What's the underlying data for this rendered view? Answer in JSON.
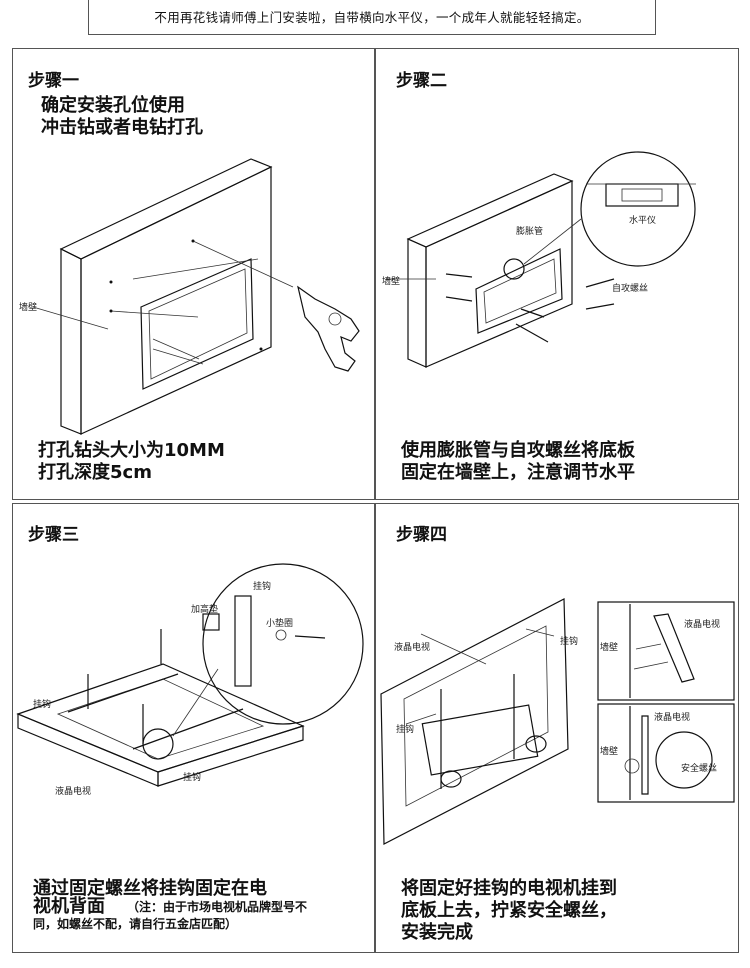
{
  "header": {
    "text": "不用再花钱请师傅上门安装啦，自带横向水平仪，一个成年人就能轻轻搞定。"
  },
  "steps": [
    {
      "title": "步骤一",
      "top_text": [
        "确定安装孔位使用",
        "冲击钻或者电钻打孔"
      ],
      "bottom_text": [
        "打孔钻头大小为10MM",
        "打孔深度5cm"
      ],
      "labels": {
        "wall": "墙壁"
      }
    },
    {
      "title": "步骤二",
      "bottom_text": [
        "使用膨胀管与自攻螺丝将底板",
        "固定在墙壁上，注意调节水平"
      ],
      "labels": {
        "wall": "墙壁",
        "anchor": "膨胀管",
        "level": "水平仪",
        "screw": "自攻螺丝"
      }
    },
    {
      "title": "步骤三",
      "bottom_text": [
        "通过固定螺丝将挂钩固定在电",
        "视机背面"
      ],
      "note": [
        "（注：由于市场电视机品牌型号不",
        "同，如螺丝不配，请自行五金店匹配）"
      ],
      "labels": {
        "hook": "挂钩",
        "spacer": "加高垫",
        "washer": "小垫圈",
        "hook_left": "挂钩",
        "hook_bottom": "挂钩",
        "tv": "液晶电视"
      }
    },
    {
      "title": "步骤四",
      "bottom_text": [
        "将固定好挂钩的电视机挂到",
        "底板上去，拧紧安全螺丝，",
        "安装完成"
      ],
      "labels": {
        "tv": "液晶电视",
        "hook": "挂钩",
        "hook2": "挂钩",
        "wall_a": "墙壁",
        "tv_a": "液晶电视",
        "wall_b": "墙壁",
        "tv_b": "液晶电视",
        "safety": "安全螺丝"
      }
    }
  ]
}
